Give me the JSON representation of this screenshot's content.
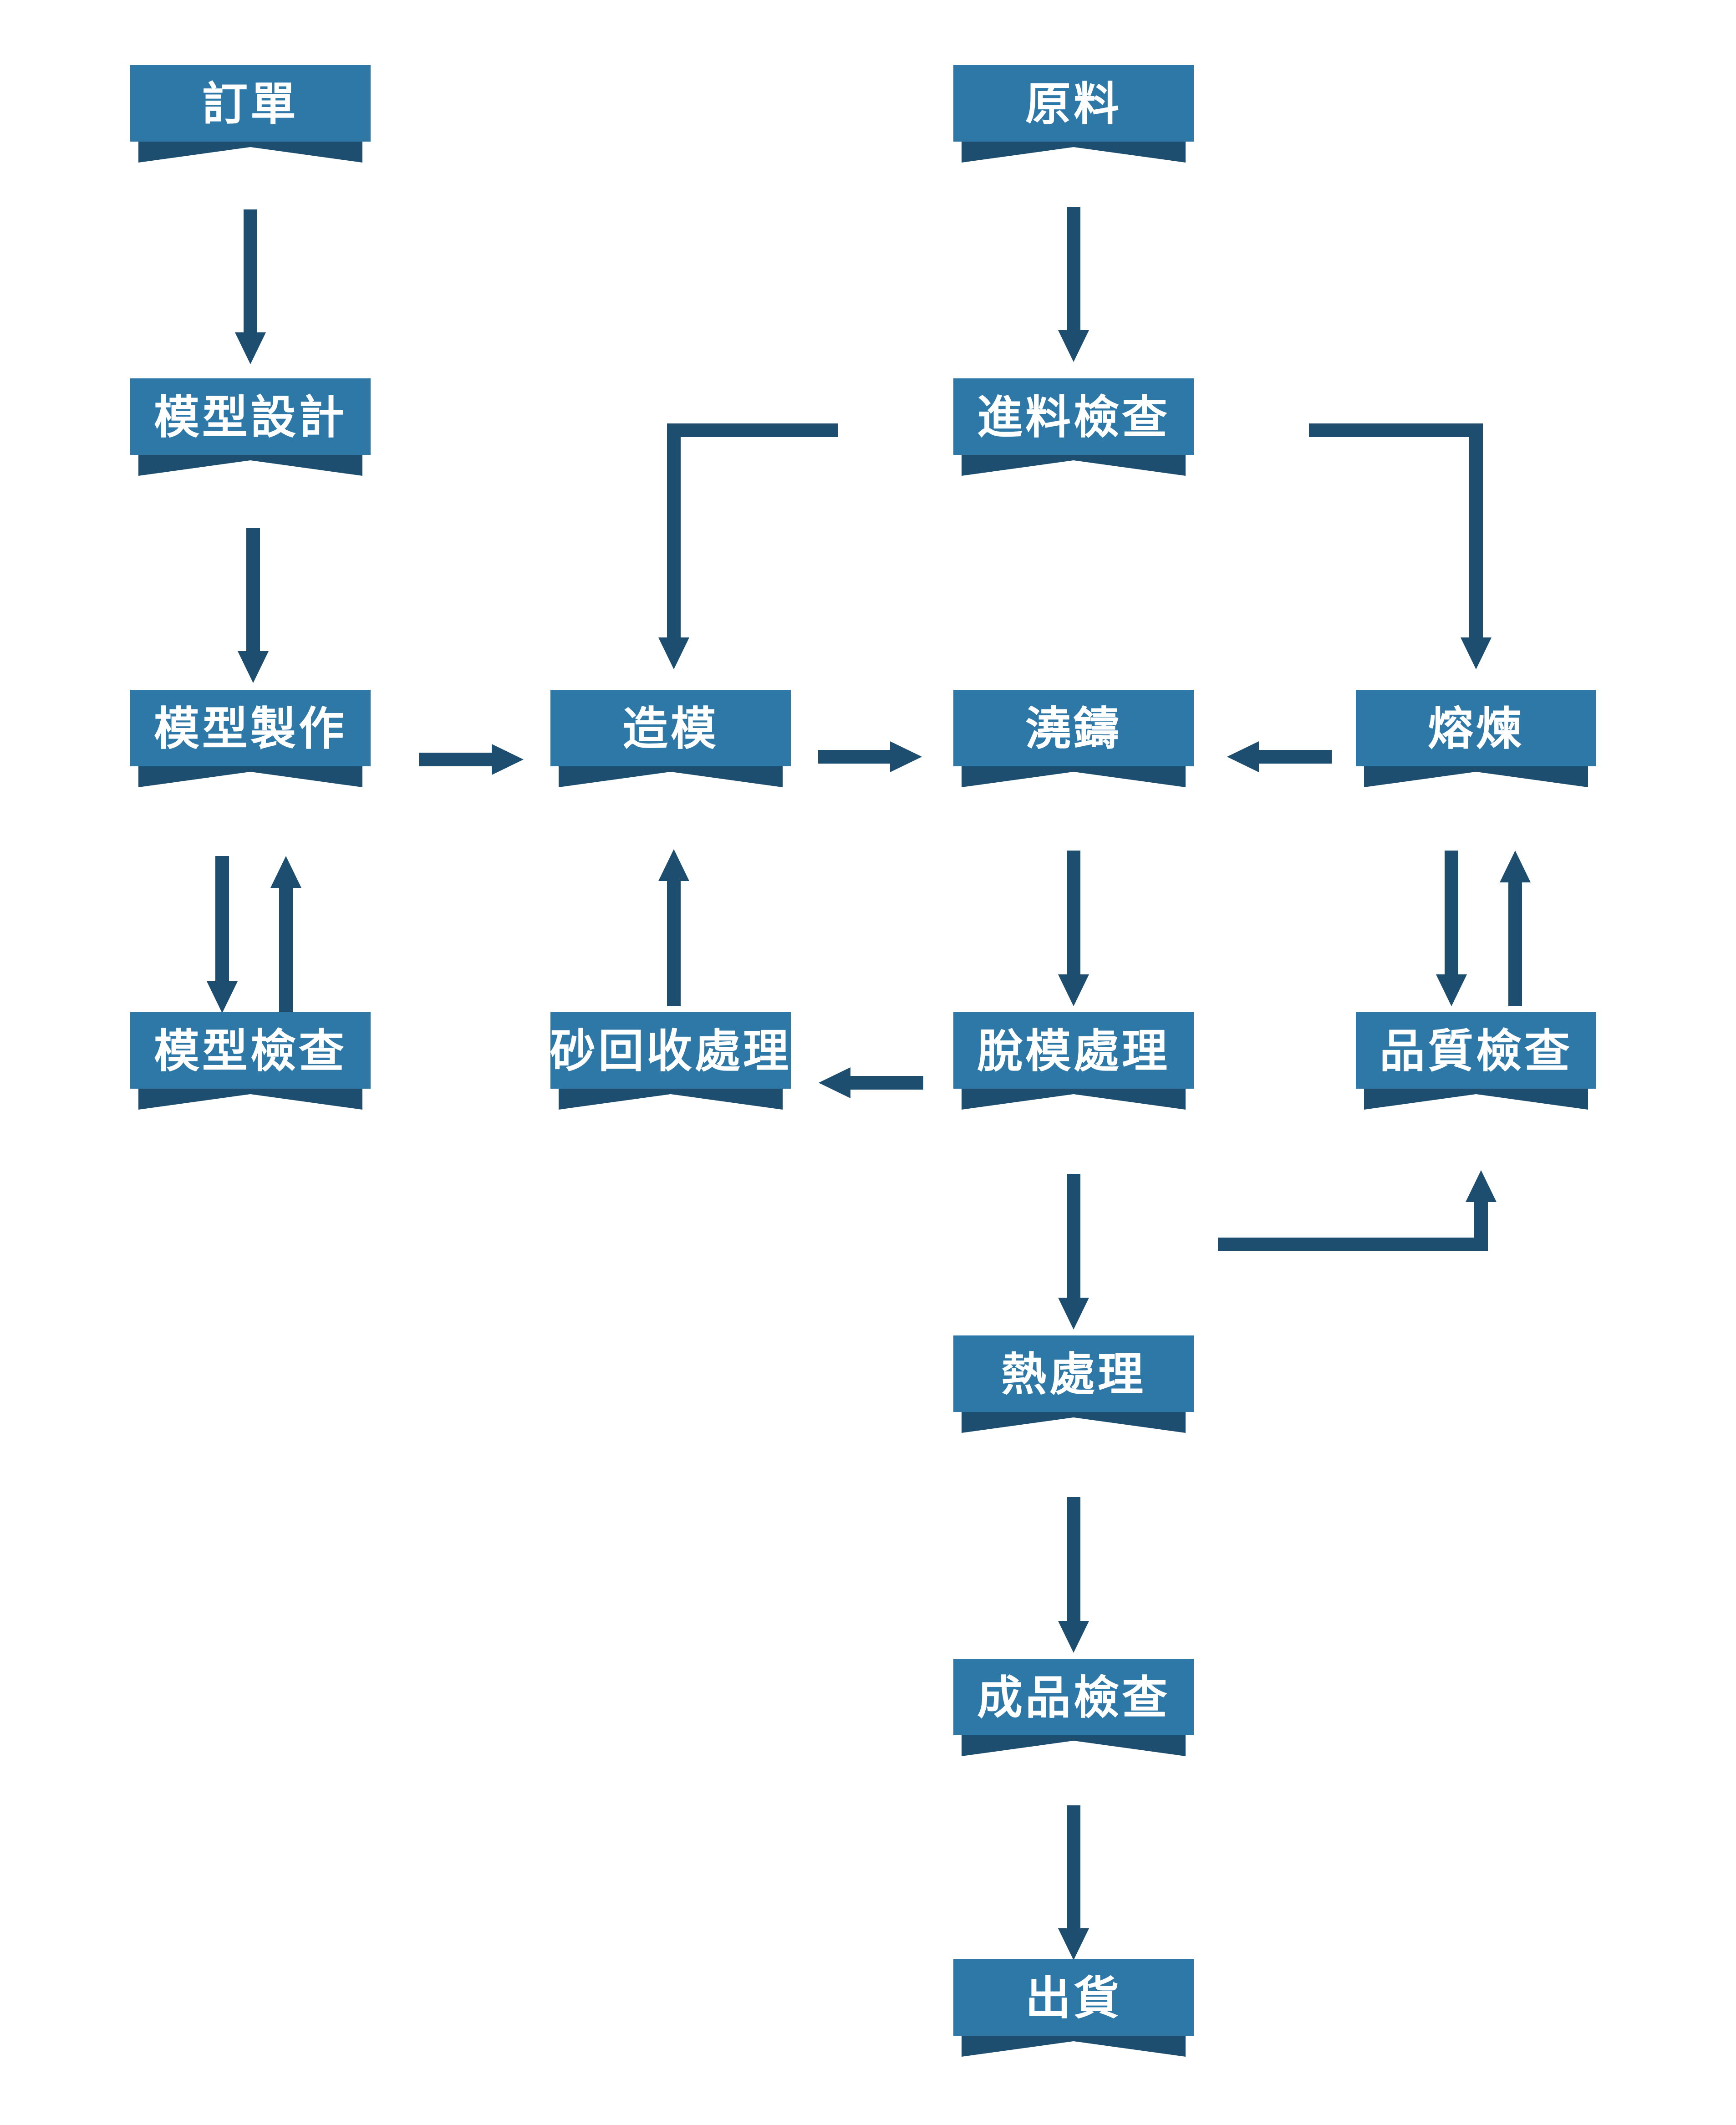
{
  "nodes": [
    {
      "id": "order",
      "label": "訂單"
    },
    {
      "id": "raw",
      "label": "原料"
    },
    {
      "id": "model_design",
      "label": "模型設計"
    },
    {
      "id": "incoming_check",
      "label": "進料檢查"
    },
    {
      "id": "model_make",
      "label": "模型製作"
    },
    {
      "id": "molding",
      "label": "造模"
    },
    {
      "id": "casting",
      "label": "澆鑄"
    },
    {
      "id": "melting",
      "label": "熔煉"
    },
    {
      "id": "model_check",
      "label": "模型檢查"
    },
    {
      "id": "sand_recycle",
      "label": "砂回收處理"
    },
    {
      "id": "demold",
      "label": "脫模處理"
    },
    {
      "id": "quality_check",
      "label": "品質檢查"
    },
    {
      "id": "heat_treat",
      "label": "熱處理"
    },
    {
      "id": "final_check",
      "label": "成品檢查"
    },
    {
      "id": "shipping",
      "label": "出貨"
    }
  ],
  "edges": [
    {
      "from": "order",
      "to": "model_design"
    },
    {
      "from": "raw",
      "to": "incoming_check"
    },
    {
      "from": "model_design",
      "to": "model_make"
    },
    {
      "from": "incoming_check",
      "to": "molding"
    },
    {
      "from": "incoming_check",
      "to": "melting"
    },
    {
      "from": "model_make",
      "to": "molding"
    },
    {
      "from": "molding",
      "to": "casting"
    },
    {
      "from": "melting",
      "to": "casting"
    },
    {
      "from": "model_make",
      "to": "model_check"
    },
    {
      "from": "model_check",
      "to": "model_make"
    },
    {
      "from": "sand_recycle",
      "to": "molding"
    },
    {
      "from": "casting",
      "to": "demold"
    },
    {
      "from": "melting",
      "to": "quality_check"
    },
    {
      "from": "quality_check",
      "to": "melting"
    },
    {
      "from": "demold",
      "to": "sand_recycle"
    },
    {
      "from": "demold",
      "to": "quality_check"
    },
    {
      "from": "demold",
      "to": "heat_treat"
    },
    {
      "from": "heat_treat",
      "to": "final_check"
    },
    {
      "from": "final_check",
      "to": "shipping"
    }
  ],
  "colors": {
    "node_face": "#2e78a8",
    "node_base": "#1d4e6f",
    "arrow": "#1d4e6f",
    "text": "#ffffff"
  }
}
